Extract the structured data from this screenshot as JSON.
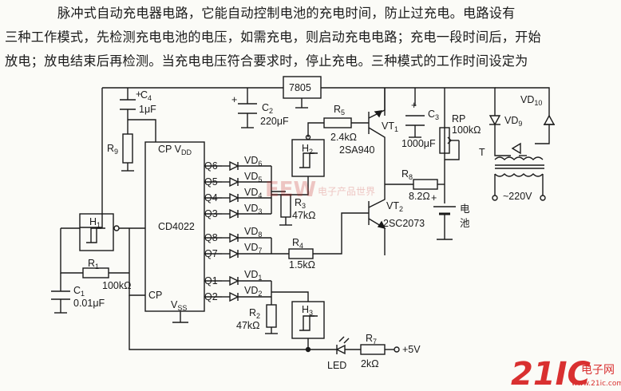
{
  "paragraph": {
    "line1": "脉冲式自动充电器电路，它能自动控制电池的充电时间，防止过充电。电路设有",
    "line2": "三种工作模式，先检测充电电池的电压，如需充电，则启动充电电路；充电一段时间后，开始",
    "line3": "放电；放电结束后再检测。当充电电压符合要求时，停止充电。三种模式的工作时间设定为"
  },
  "components": {
    "ic": "CD4022",
    "ic_cp_vdd": "CP V",
    "ic_vdd_sub": "DD",
    "ic_cp2": "CP",
    "ic_vss": "V",
    "ic_vss_sub": "SS",
    "q6": "Q6",
    "q5": "Q5",
    "q4": "Q4",
    "q3": "Q3",
    "q8": "Q8",
    "q7": "Q7",
    "q1": "Q1",
    "q2": "Q2",
    "regulator": "7805",
    "c4": "C",
    "c4_sub": "4",
    "c4_val": "1μF",
    "c2": "C",
    "c2_sub": "2",
    "c2_val": "220μF",
    "c3": "C",
    "c3_sub": "3",
    "c3_val": "1000μF",
    "c1": "C",
    "c1_sub": "1",
    "c1_val": "0.01μF",
    "r9": "R",
    "r9_sub": "9",
    "r5": "R",
    "r5_sub": "5",
    "r5_val": "2.4kΩ",
    "r3": "R",
    "r3_sub": "3",
    "r3_val": "47kΩ",
    "r4": "R",
    "r4_sub": "4",
    "r4_val": "1.5kΩ",
    "r1": "R",
    "r1_sub": "1",
    "r1_val": "100kΩ",
    "r2": "R",
    "r2_sub": "2",
    "r2_val": "47kΩ",
    "r8": "R",
    "r8_sub": "8",
    "r8_val": "8.2Ω",
    "r7": "R",
    "r7_sub": "7",
    "r7_val": "2kΩ",
    "rp": "RP",
    "rp_val": "100kΩ",
    "h1": "H",
    "h1_sub": "1",
    "h2": "H",
    "h2_sub": "2",
    "h3": "H",
    "h3_sub": "3",
    "vt1": "VT",
    "vt1_sub": "1",
    "vt1_type": "2SA940",
    "vt2": "VT",
    "vt2_sub": "2",
    "vt2_type": "2SC2073",
    "vd6": "VD",
    "vd6_sub": "6",
    "vd5": "VD",
    "vd5_sub": "5",
    "vd4": "VD",
    "vd4_sub": "4",
    "vd3": "VD",
    "vd3_sub": "3",
    "vd8": "VD",
    "vd8_sub": "8",
    "vd7": "VD",
    "vd7_sub": "7",
    "vd1": "VD",
    "vd1_sub": "1",
    "vd2": "VD",
    "vd2_sub": "2",
    "vd9": "VD",
    "vd9_sub": "9",
    "vd10": "VD",
    "vd10_sub": "10",
    "transformer": "T",
    "ac": "~220V",
    "battery_1": "电",
    "battery_2": "池",
    "led": "LED",
    "supply": "+5V"
  },
  "watermark_center": "电子产品世界",
  "logo": {
    "brand": "21IC",
    "text1": "电子网",
    "text2": "www.21ic.com"
  }
}
